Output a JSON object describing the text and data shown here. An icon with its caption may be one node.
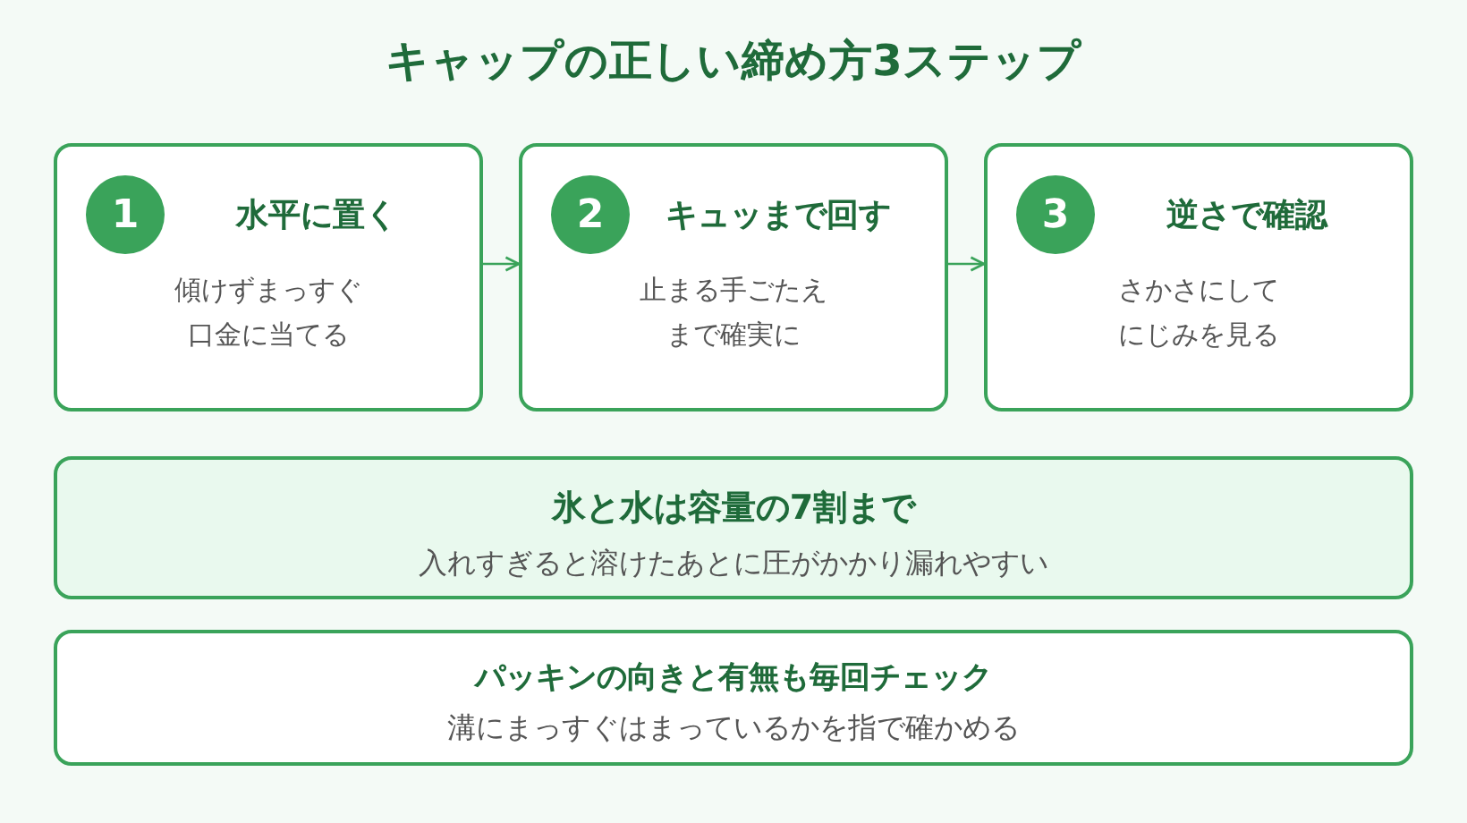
{
  "diagram": {
    "title": "キャップの正しい締め方3ステップ",
    "nodes": [
      {
        "text": [
          "水平に置く",
          "傾けずまっすぐ口金に当てる"
        ]
      },
      {
        "text": [
          "1"
        ],
        "in": 0
      },
      {
        "text": [
          "キュッまで回す",
          "止まる手ごたえまで確実に"
        ]
      },
      {
        "text": [
          "2"
        ],
        "in": 2
      },
      {
        "text": [
          "逆さで確認",
          "さかさにしてにじみを見る"
        ]
      },
      {
        "text": [
          "3"
        ],
        "in": 4
      },
      {
        "text": [
          "氷と水は容量の7割まで",
          "入れすぎると溶けたあとに圧がかかり漏れやすい"
        ]
      },
      {
        "text": [
          "パッキンの向きと有無も毎回チェック",
          "溝にまっすぐはまっているかを指で確かめる"
        ]
      }
    ],
    "edges": [
      {
        "from": 0,
        "to": 2,
        "arrow": "to"
      },
      {
        "from": 2,
        "to": 4,
        "arrow": "to"
      }
    ]
  }
}
